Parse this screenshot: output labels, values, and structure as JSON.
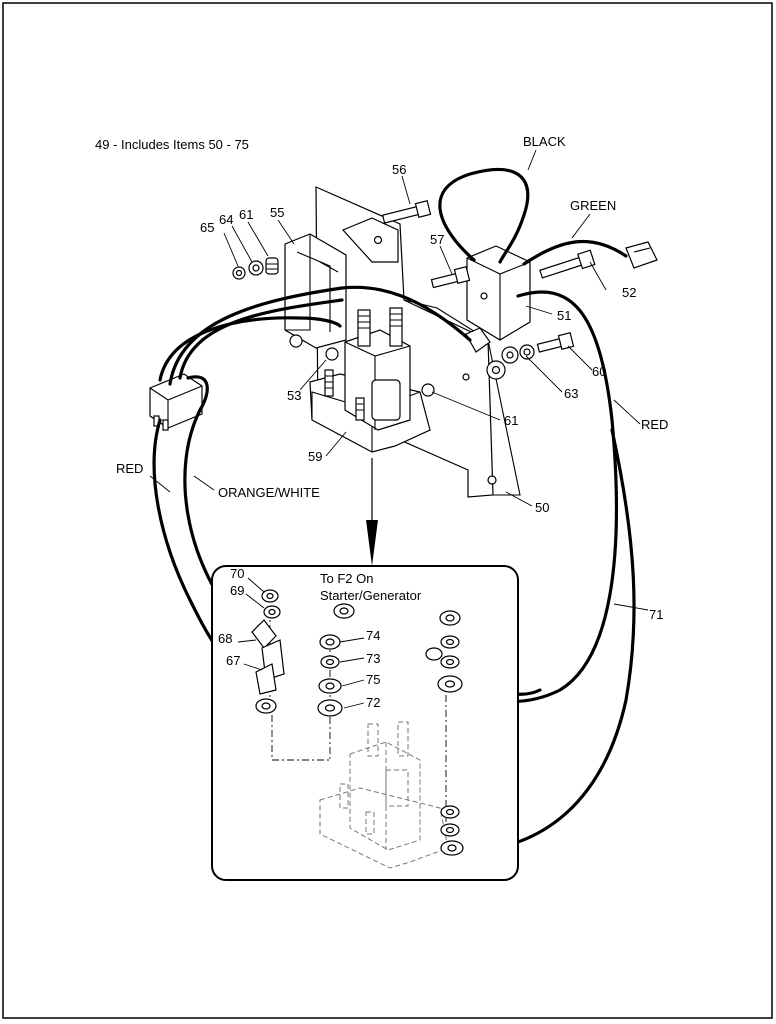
{
  "diagram": {
    "header_text": "49 - Includes Items 50 - 75",
    "wire_labels": {
      "black": "BLACK",
      "green": "GREEN",
      "red_right": "RED",
      "red_left": "RED",
      "orange_white": "ORANGE/WHITE"
    },
    "detail_note_line1": "To F2 On",
    "detail_note_line2": "Starter/Generator",
    "callouts": {
      "c50": "50",
      "c51": "51",
      "c52": "52",
      "c53": "53",
      "c55": "55",
      "c56": "56",
      "c57": "57",
      "c59": "59",
      "c60": "60",
      "c61a": "61",
      "c61b": "61",
      "c63": "63",
      "c64": "64",
      "c65": "65",
      "c67": "67",
      "c68": "68",
      "c69": "69",
      "c70": "70",
      "c71": "71",
      "c72": "72",
      "c73": "73",
      "c74": "74",
      "c75": "75"
    }
  }
}
